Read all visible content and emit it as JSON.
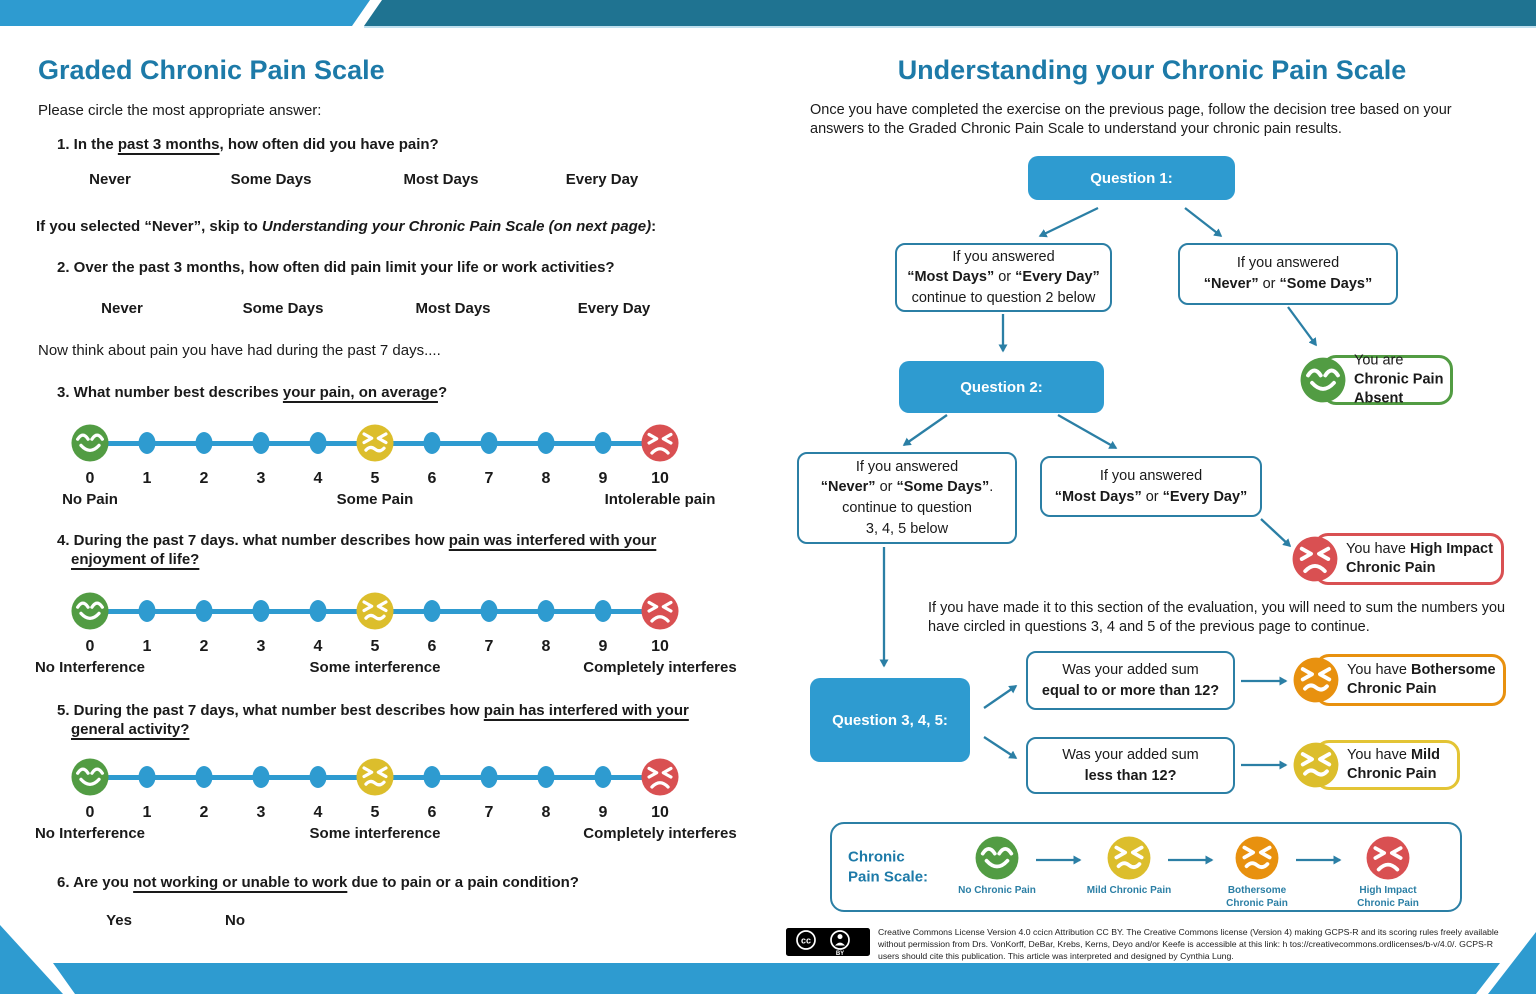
{
  "colors": {
    "accent_blue": "#2E9BD0",
    "dark_teal_bar": "#1F7391",
    "title_teal": "#1D7AA8",
    "outline_teal": "#2B7FA5",
    "green": "#529C43",
    "yellow": "#DCBE2C",
    "orange": "#E8910F",
    "red": "#D95052"
  },
  "left": {
    "title": "Graded Chronic Pain Scale",
    "intro": "Please circle the most appropriate answer:",
    "q1": {
      "pre": "1. In the ",
      "u": "past 3 months",
      "post": ", how often did you have pain?"
    },
    "q1_options": [
      "Never",
      "Some Days",
      "Most Days",
      "Every Day"
    ],
    "skip_note": {
      "pre": "If you selected “Never”, skip to ",
      "italic": "Understanding your Chronic Pain Scale (on next page)",
      "post": ":"
    },
    "q2": "2. Over the past 3 months, how often did pain limit your life or work activities?",
    "q2_options": [
      "Never",
      "Some Days",
      "Most Days",
      "Every Day"
    ],
    "think_note": "Now think about pain you have had during the past 7 days....",
    "q3": {
      "pre": "3. What number best describes ",
      "u": "your pain, on average",
      "post": "?"
    },
    "q4": {
      "pre": "4. During the past 7 days. what number describes how ",
      "u": "pain was interfered with your enjoyment of life?",
      "post": ""
    },
    "q5": {
      "pre": "5. During the past 7 days, what number best describes how ",
      "u": "pain has interfered with your general activity?",
      "post": ""
    },
    "q6": {
      "pre": "6. Are you ",
      "u": "not working or unable to work",
      "post": " due to pain or a pain condition?"
    },
    "q6_options": [
      "Yes",
      "No"
    ],
    "scales": [
      {
        "numbers": [
          "0",
          "1",
          "2",
          "3",
          "4",
          "5",
          "6",
          "7",
          "8",
          "9",
          "10"
        ],
        "left_label": "No Pain",
        "mid_label": "Some Pain",
        "right_label": "Intolerable pain"
      },
      {
        "numbers": [
          "0",
          "1",
          "2",
          "3",
          "4",
          "5",
          "6",
          "7",
          "8",
          "9",
          "10"
        ],
        "left_label": "No Interference",
        "mid_label": "Some interference",
        "right_label": "Completely interferes"
      },
      {
        "numbers": [
          "0",
          "1",
          "2",
          "3",
          "4",
          "5",
          "6",
          "7",
          "8",
          "9",
          "10"
        ],
        "left_label": "No Interference",
        "mid_label": "Some interference",
        "right_label": "Completely interferes"
      }
    ]
  },
  "right": {
    "title": "Understanding your Chronic Pain Scale",
    "intro": "Once you have completed the exercise on the previous page, follow the decision tree based on your answers to the Graded Chronic Pain Scale to understand your chronic pain results.",
    "q1_box": "Question 1:",
    "q2_box": "Question 2:",
    "q345_box": "Question 3, 4, 5:",
    "box_most_every": {
      "l1": "If you answered",
      "b1": "“Most Days”",
      "mid": " or ",
      "b2": "“Every Day”",
      "l3": "continue to question 2 below"
    },
    "box_never_some": {
      "l1": "If you answered",
      "b1": "“Never”",
      "mid": " or ",
      "b2": "“Some Days”"
    },
    "box_never_some2": {
      "l1": "If you answered",
      "b1": "“Never”",
      "mid": " or ",
      "b2": "“Some Days”",
      "post": ".",
      "l3": "continue to question",
      "l4": "3, 4, 5 below"
    },
    "box_most_every2": {
      "l1": "If you answered",
      "b1": "“Most Days”",
      "mid": " or ",
      "b2": "“Every Day”"
    },
    "sum_note": "If you have made it to this section of the evaluation, you will need to sum the numbers you have circled in questions 3, 4 and 5 of the previous page to continue.",
    "sum_box_high": {
      "l1": "Was your added sum",
      "l2": "equal to or more than 12?"
    },
    "sum_box_low": {
      "l1": "Was your added sum",
      "l2": "less than 12?"
    },
    "badge_absent": {
      "pre": "You are ",
      "bold": "Chronic Pain Absent"
    },
    "badge_high": {
      "pre": "You have ",
      "bold": "High Impact Chronic Pain"
    },
    "badge_bothersome": {
      "pre": "You have ",
      "bold": "Bothersome Chronic Pain"
    },
    "badge_mild": {
      "pre": "You have ",
      "bold": "Mild Chronic Pain"
    },
    "legend": {
      "title_l1": "Chronic",
      "title_l2": "Pain Scale:",
      "items": [
        {
          "face": "happy",
          "color": "green",
          "label": "No Chronic Pain"
        },
        {
          "face": "squint",
          "color": "yellow",
          "label": "Mild Chronic Pain"
        },
        {
          "face": "squint",
          "color": "orange",
          "label": "Bothersome Chronic Pain"
        },
        {
          "face": "frown",
          "color": "red",
          "label": "High Impact Chronic Pain"
        }
      ]
    },
    "license": "Creative Commons License Version 4.0 ccicn Attribution CC BY. The Creative Commons license (Version 4) making GCPS-R and its scoring rules freely available without permission from Drs. VonKorff, DeBar, Krebs, Kerns, Deyo and/or Keefe is accessible at this link: h tos://creativecommons.ordlicenses/b-v/4.0/. GCPS-R users should cite this publication. This article was interpreted and designed by Cynthia Lung."
  }
}
